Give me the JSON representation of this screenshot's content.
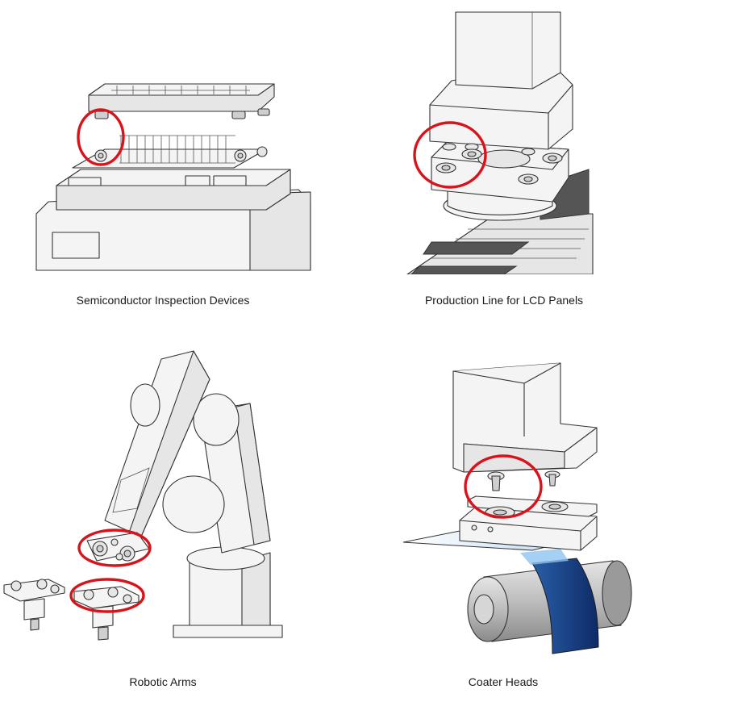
{
  "captions": {
    "semiconductor": "Semiconductor Inspection Devices",
    "lcd": "Production Line for LCD Panels",
    "robotic": "Robotic Arms",
    "coater": "Coater Heads"
  },
  "colors": {
    "highlight": "#d8131b",
    "film_dark": "#0d2a66",
    "film_light": "#bcd6f4"
  }
}
